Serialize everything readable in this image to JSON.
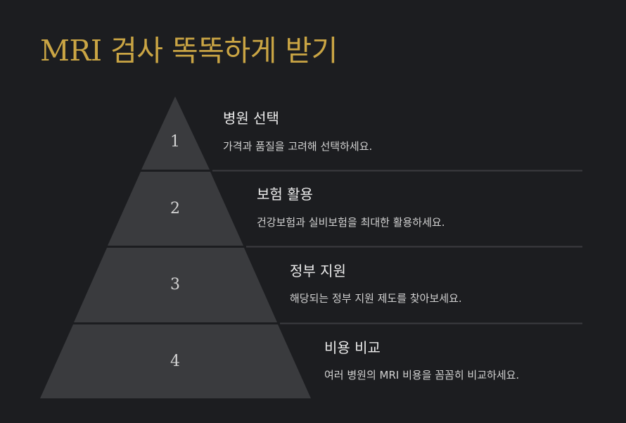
{
  "title": {
    "prefix": "MRI",
    "rest": " 검사 똑똑하게 받기"
  },
  "colors": {
    "background": "#1c1d20",
    "title": "#caa544",
    "tier": "#3a3b3e",
    "divider": "#3b3c40"
  },
  "levels": [
    {
      "number": "1",
      "heading": "병원 선택",
      "description": "가격과 품질을 고려해 선택하세요."
    },
    {
      "number": "2",
      "heading": "보험 활용",
      "description": "건강보험과 실비보험을 최대한 활용하세요."
    },
    {
      "number": "3",
      "heading": "정부 지원",
      "description": "해당되는 정부 지원 제도를 찾아보세요."
    },
    {
      "number": "4",
      "heading": "비용 비교",
      "description": "여러 병원의 MRI 비용을 꼼꼼히 비교하세요."
    }
  ]
}
